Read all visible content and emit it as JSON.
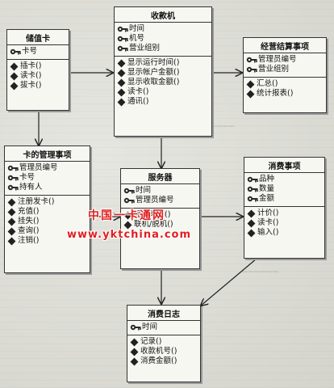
{
  "classes": {
    "card": {
      "name": "储值卡",
      "attributes": [
        "卡号"
      ],
      "operations": [
        "插卡()",
        "读卡()",
        "拔卡()"
      ]
    },
    "pos": {
      "name": "收款机",
      "attributes": [
        "时间",
        "机号",
        "营业组别"
      ],
      "operations": [
        "显示运行时间()",
        "显示帐户金额()",
        "显示收取金额()",
        "读卡()",
        "通讯()"
      ]
    },
    "summary": {
      "name": "经营结算事项",
      "attributes": [
        "管理员编号",
        "营业组别"
      ],
      "operations": [
        "汇总()",
        "统计报表()"
      ]
    },
    "cardmgmt": {
      "name": "卡的管理事项",
      "attributes": [
        "管理员编号",
        "卡号",
        "持有人"
      ],
      "operations": [
        "注册发卡()",
        "充值()",
        "挂失()",
        "查询()",
        "注销()"
      ]
    },
    "server": {
      "name": "服务器",
      "attributes": [
        "时间",
        "管理员编号"
      ],
      "operations": [
        "显示时间()",
        "联机/脱机()"
      ]
    },
    "consume": {
      "name": "消费事项",
      "attributes": [
        "品种",
        "数量",
        "金额"
      ],
      "operations": [
        "计价()",
        "读卡()",
        "输入()"
      ]
    },
    "log": {
      "name": "消费日志",
      "attributes": [
        "时间"
      ],
      "operations": [
        "记录()",
        "收款机号()",
        "消费金额()"
      ]
    }
  },
  "watermark": {
    "line1": "中国一卡通网",
    "line2": "www.yktchina.com"
  },
  "icons": {
    "attribute": "attribute-key-icon",
    "operation": "operation-diamond-icon"
  },
  "colors": {
    "watermark": "#e02020",
    "line": "#222222"
  }
}
